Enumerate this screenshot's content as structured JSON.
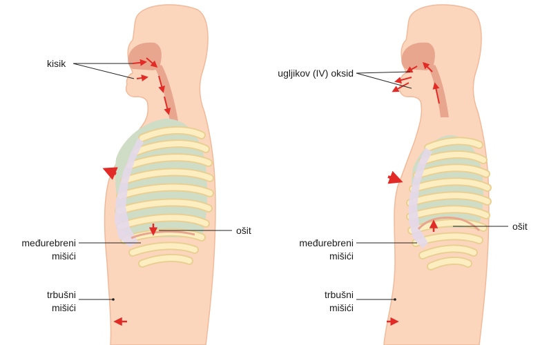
{
  "figures": [
    {
      "phase": "inhalation",
      "labels": {
        "gas": "kisik",
        "diaphragm": "ošit",
        "intercostal_line1": "međurebreni",
        "intercostal_line2": "mišići",
        "abdominal_line1": "trbušni",
        "abdominal_line2": "mišići"
      }
    },
    {
      "phase": "exhalation",
      "labels": {
        "gas": "ugljikov (IV) oksid",
        "diaphragm": "ošit",
        "intercostal_line1": "međurebreni",
        "intercostal_line2": "mišići",
        "abdominal_line1": "trbušni",
        "abdominal_line2": "mišići"
      }
    }
  ],
  "colors": {
    "skin": "#fbd6bd",
    "skin_outline": "#f1b99a",
    "airway": "#e9a68e",
    "lung": "#cfdcc6",
    "rib": "#fdeec2",
    "rib_outline": "#e9cf92",
    "cartilage": "#e3d8ea",
    "arrow": "#e22b26",
    "leader": "#222222"
  }
}
